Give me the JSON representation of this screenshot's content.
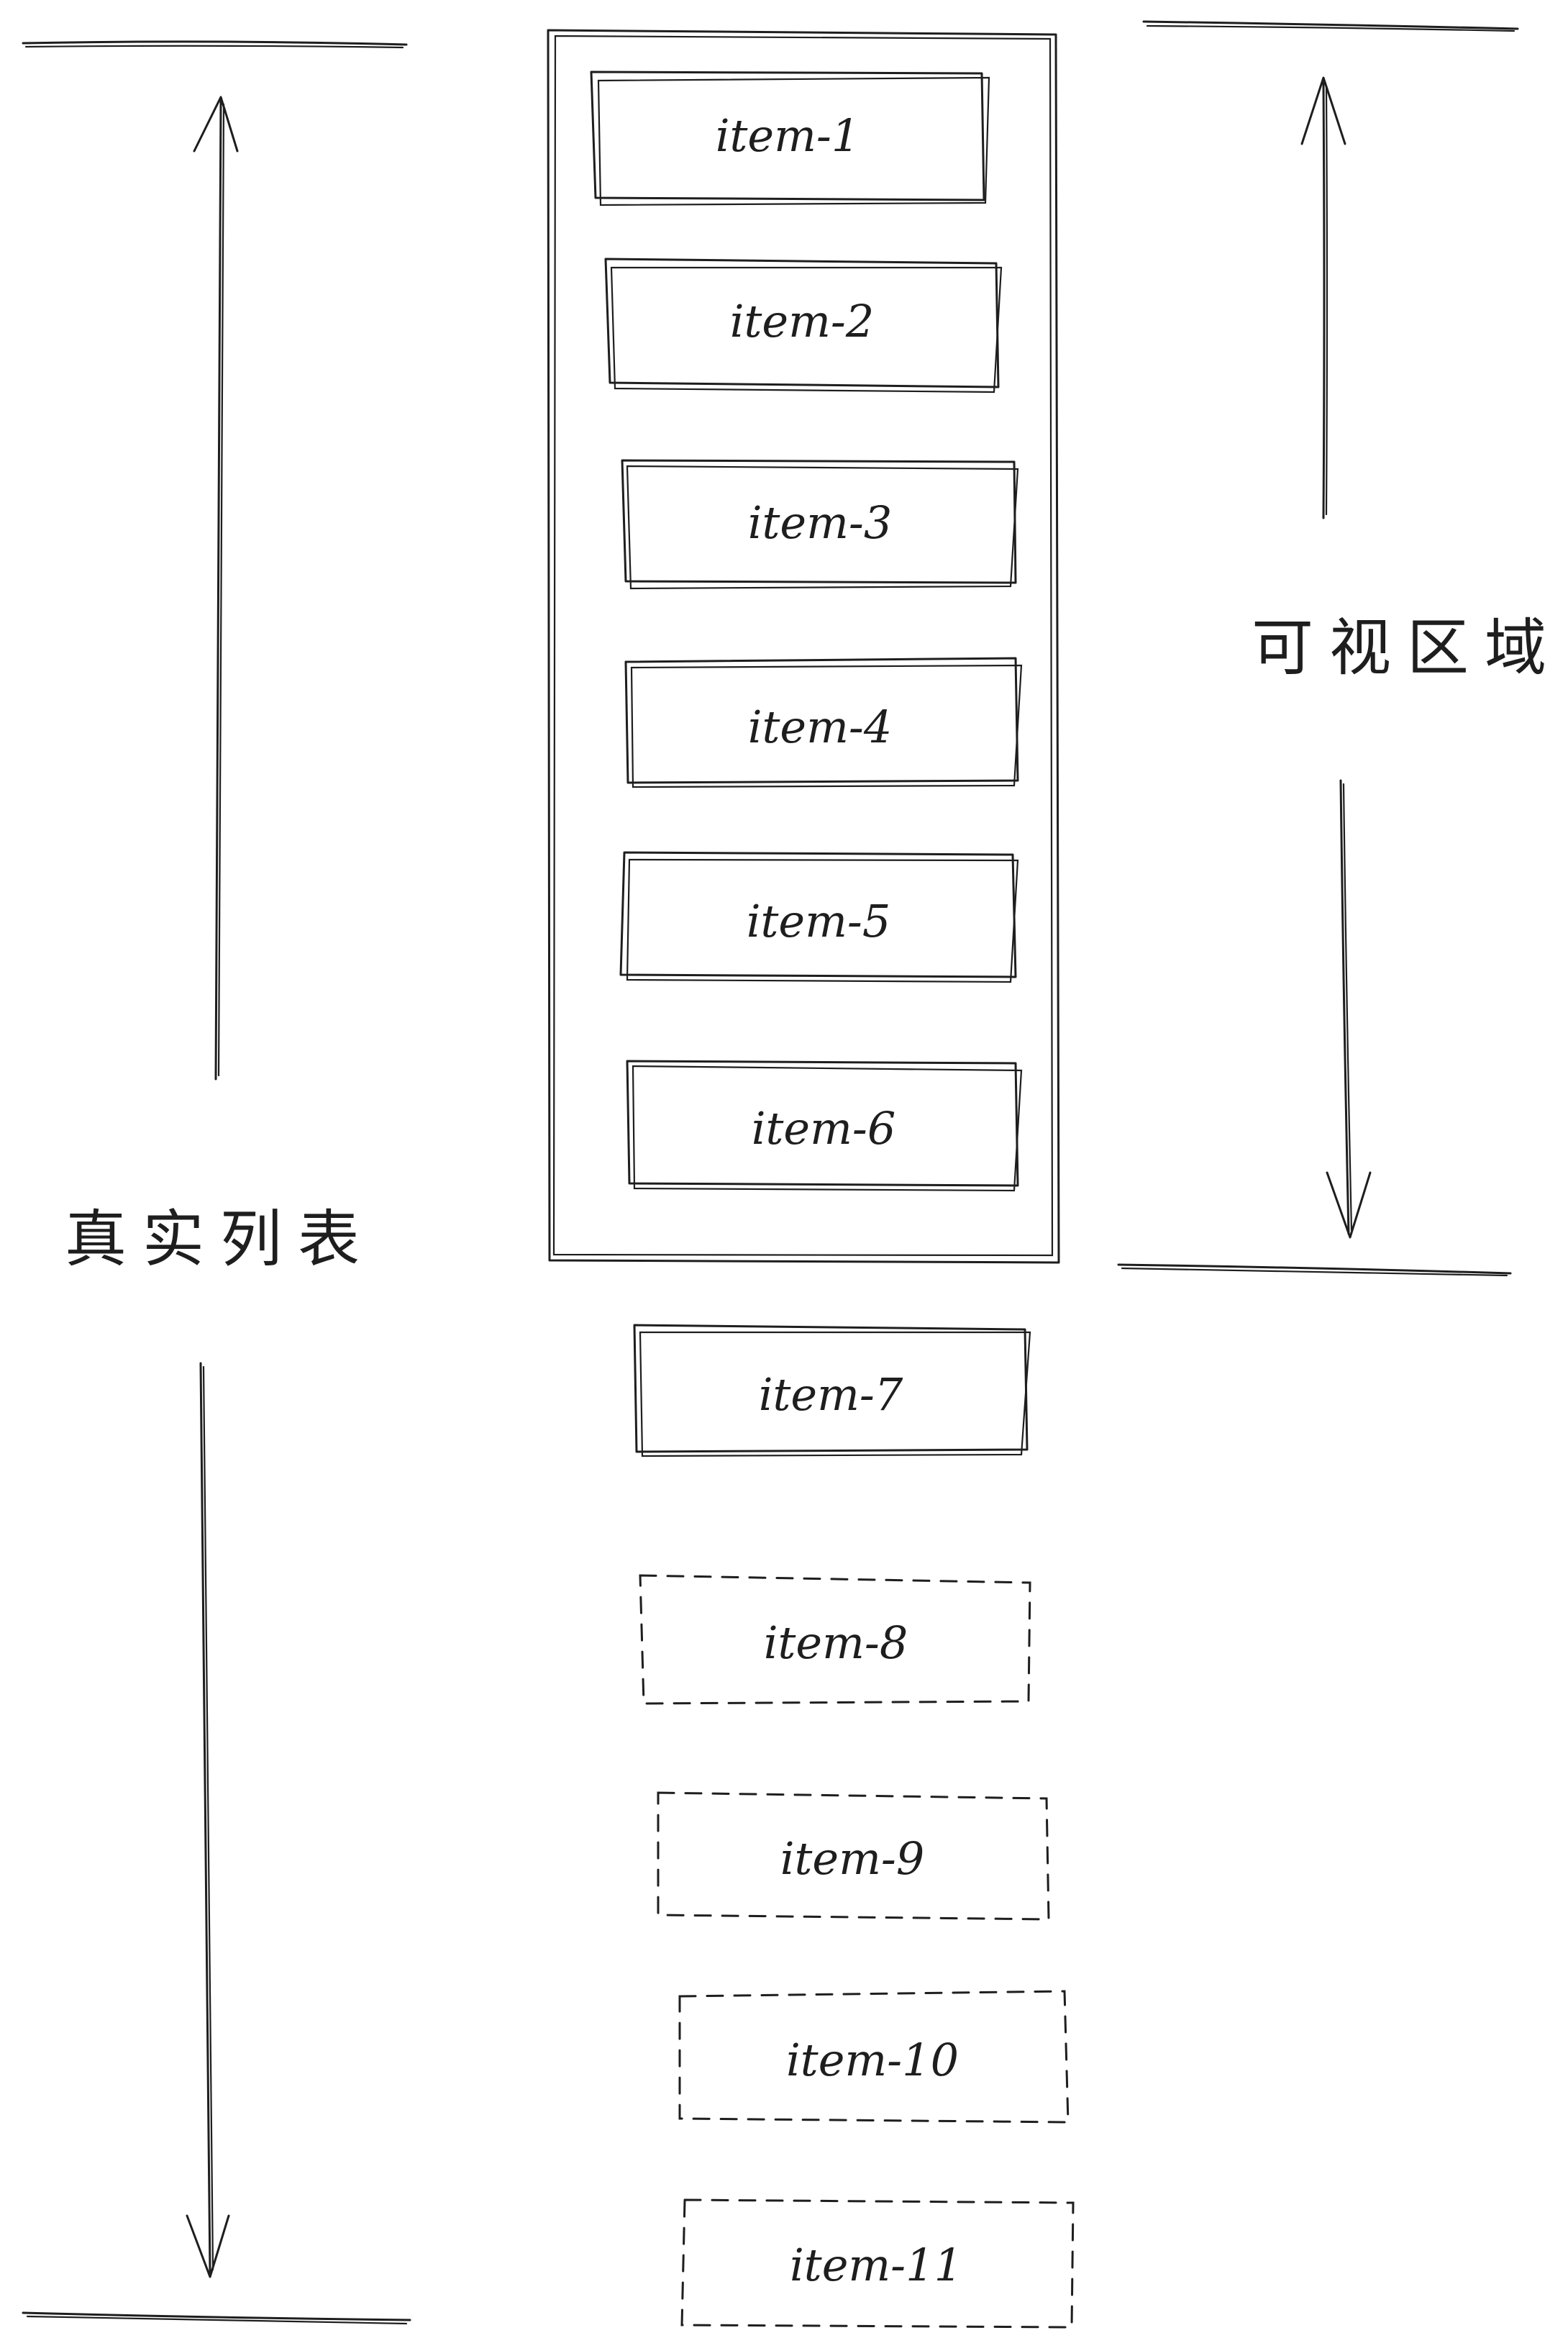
{
  "diagram": {
    "left_label": "真实列表",
    "right_label": "可视区域",
    "visible_items": [
      "item-1",
      "item-2",
      "item-3",
      "item-4",
      "item-5",
      "item-6"
    ],
    "rendered_items": [
      "item-7"
    ],
    "virtual_items": [
      "item-8",
      "item-9",
      "item-10",
      "item-11"
    ]
  }
}
